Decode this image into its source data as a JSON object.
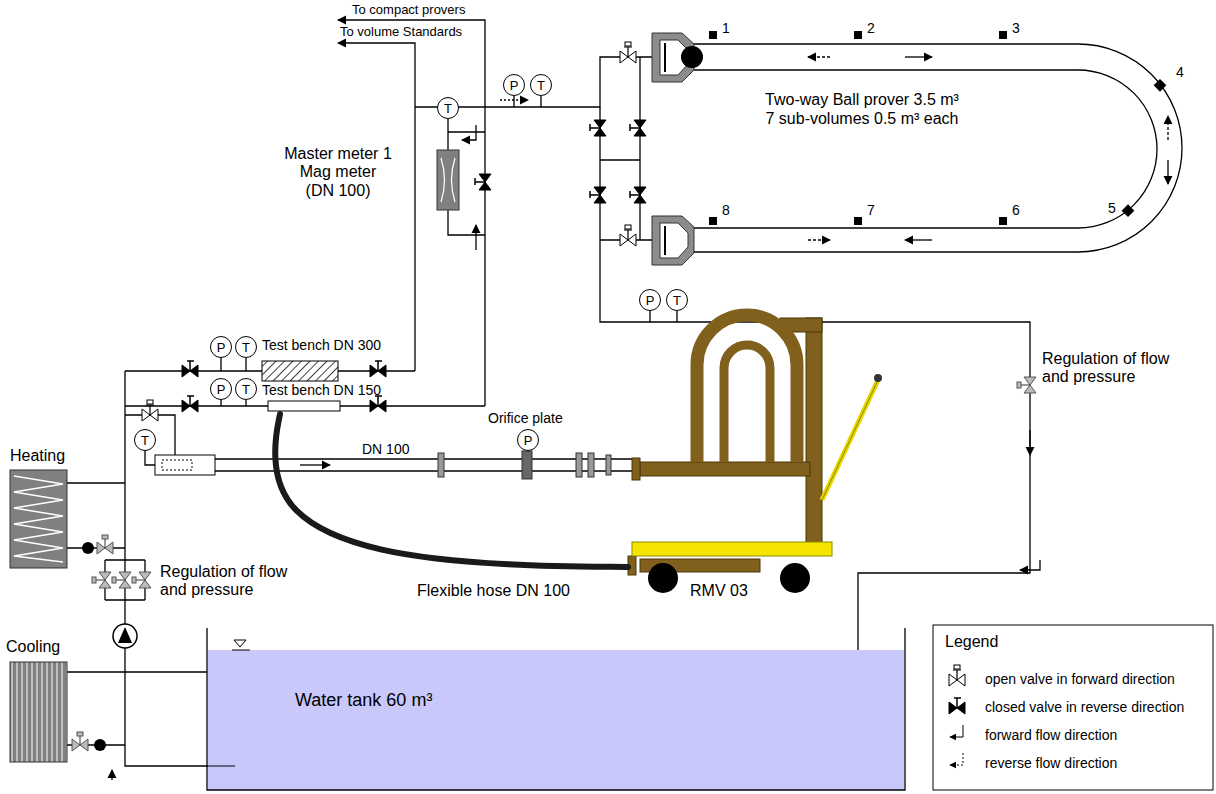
{
  "diagram": {
    "nodes": [
      {
        "text": [
          "P"
        ]
      },
      {
        "text": [
          "T"
        ]
      },
      {
        "text": [
          "Two-way Ball prover 3.5 m³",
          "7 sub-volumes 0.5 m³ each"
        ]
      },
      {
        "text": [
          "T"
        ]
      },
      {
        "text": [
          "Master meter 1",
          "Mag meter",
          "(DN 100)"
        ]
      },
      {
        "text": [
          "P"
        ]
      },
      {
        "text": [
          "T"
        ]
      },
      {
        "text": [
          "P"
        ]
      },
      {
        "text": [
          "T"
        ]
      },
      {
        "text": [
          "Test bench DN 300"
        ]
      },
      {
        "text": [
          "P"
        ]
      },
      {
        "text": [
          "T"
        ]
      },
      {
        "text": [
          "Test bench DN 150"
        ]
      },
      {
        "text": [
          "Heating"
        ]
      },
      {
        "text": [
          "T"
        ]
      },
      {
        "text": [
          "P"
        ]
      },
      {
        "text": [
          "RMV 03"
        ]
      },
      {
        "text": [
          "Cooling"
        ]
      },
      {
        "text": [
          "Water tank 60 m³"
        ]
      }
    ],
    "edges": [
      {
        "from": 12,
        "to": 16,
        "arrow": "none",
        "label": "Flexible hose DN 100"
      }
    ],
    "labels": [
      "To compact provers",
      "To volume Standards",
      "1",
      "2",
      "3",
      "4",
      "5",
      "6",
      "7",
      "8",
      "Regulation of flow and pressure",
      "Regulation of flow and pressure",
      "Orifice plate",
      "DN 100",
      "Legend"
    ],
    "legend": [
      {
        "text": "open valve in forward direction"
      },
      {
        "text": "closed valve in reverse direction"
      },
      {
        "text": "forward flow direction"
      },
      {
        "text": "reverse flow direction"
      }
    ]
  }
}
